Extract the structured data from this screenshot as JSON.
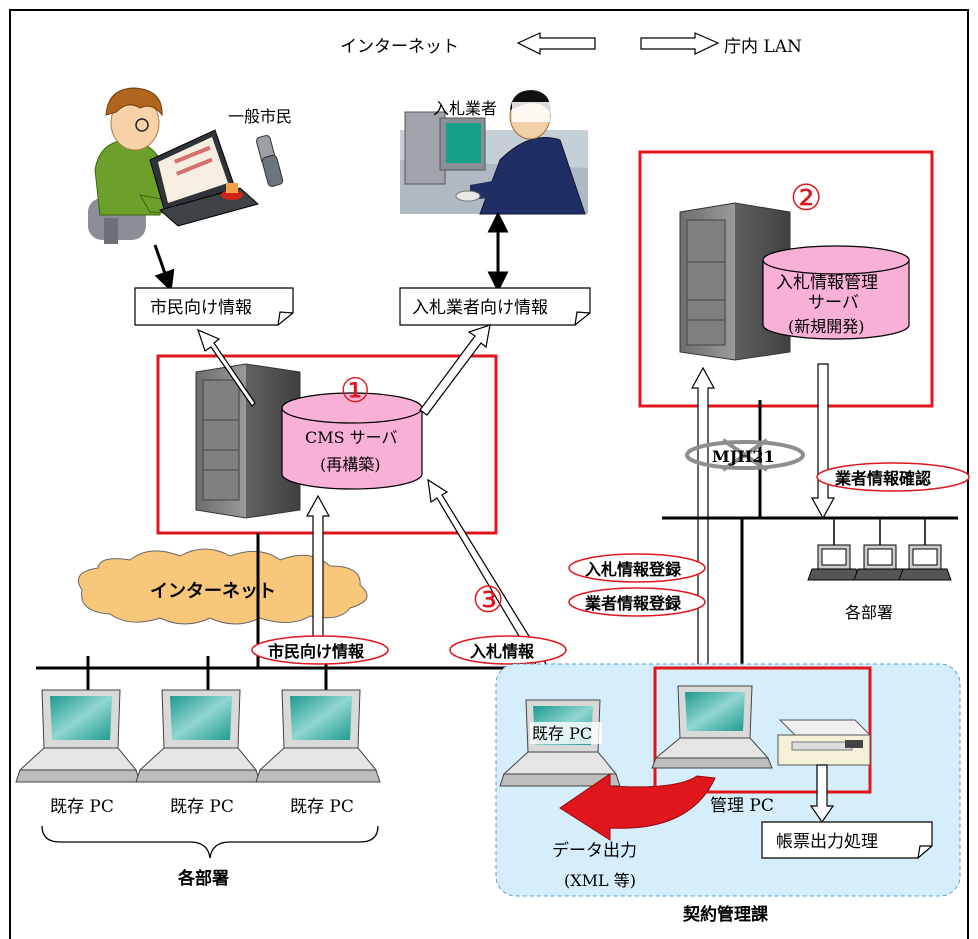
{
  "legend": {
    "internet": "インターネット",
    "lan": "庁内 LAN"
  },
  "actors": {
    "citizen": "一般市民",
    "bidder": "入札業者"
  },
  "notes": {
    "citizen_info": "市民向け情報",
    "bidder_info": "入札業者向け情報",
    "report_output": "帳票出力処理"
  },
  "cms": {
    "number": "①",
    "title": "CMS サーバ",
    "subtitle": "(再構築)"
  },
  "bid_server": {
    "number": "②",
    "line1": "入札情報管理",
    "line2": "サーバ",
    "line3": "(新規開発)"
  },
  "flow_number_3": "③",
  "network": {
    "mjh": "MJH21",
    "internet_cloud": "インターネット"
  },
  "ovals": {
    "vendor_confirm": "業者情報確認",
    "bid_register": "入札情報登録",
    "vendor_register": "業者情報登録",
    "citizen_info": "市民向け情報",
    "bid_info": "入札情報"
  },
  "labels": {
    "dept_right": "各部署",
    "dept_left": "各部署",
    "existing_pc": "既存 PC",
    "existing_pc_1": "既存 PC",
    "existing_pc_2": "既存 PC",
    "existing_pc_3": "既存 PC",
    "mgmt_pc": "管理 PC",
    "data_output": "データ出力",
    "xml": "(XML 等)",
    "contract_dept": "契約管理課"
  }
}
